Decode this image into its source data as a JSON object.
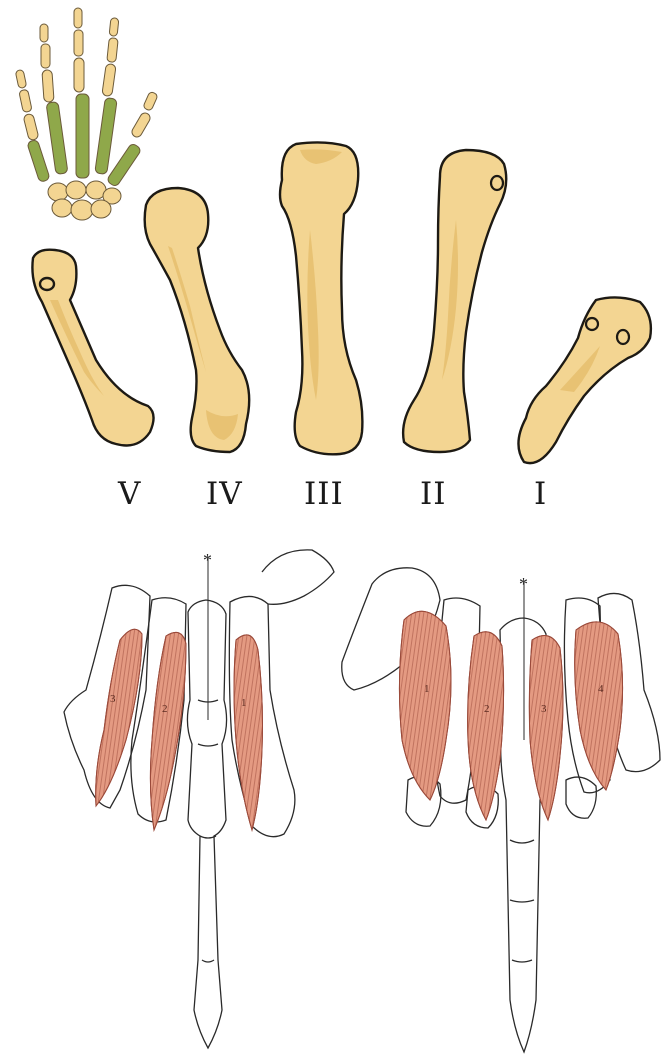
{
  "colors": {
    "bone": "#f3d592",
    "bone_shade": "#e3b967",
    "bone_outline": "#1d1a14",
    "highlight_green": "#8fa84a",
    "muscle": "#e49a82",
    "muscle_dark": "#9b4a3a",
    "drawing_line": "#2a2a2a",
    "background": "#ffffff"
  },
  "metacarpal_labels": {
    "fifth": "V",
    "fourth": "IV",
    "third": "III",
    "second": "II",
    "first": "I"
  },
  "palmar_interossei_labels": [
    "3",
    "2",
    "1"
  ],
  "dorsal_interossei_labels": [
    "1",
    "2",
    "3",
    "4"
  ],
  "axis_marker": "*"
}
